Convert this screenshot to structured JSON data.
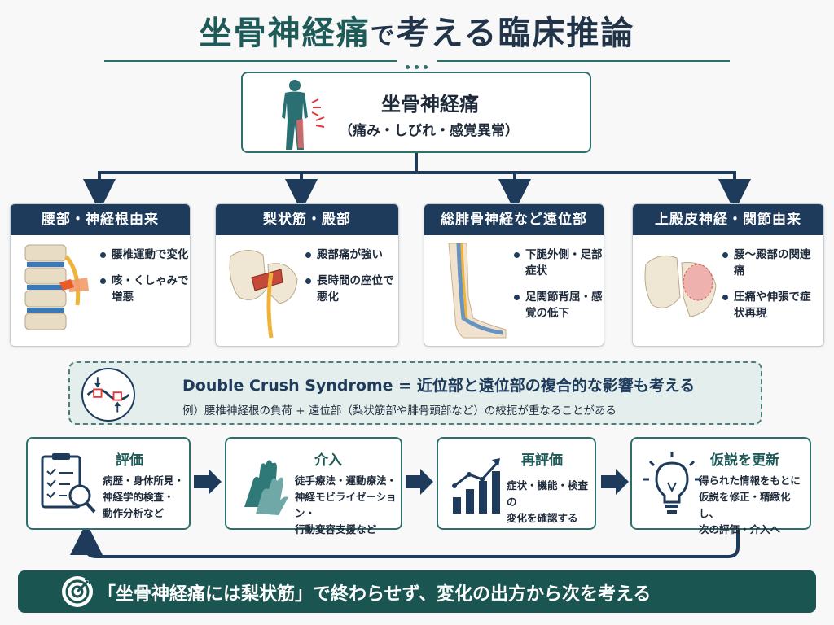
{
  "title": {
    "part1": "坐骨神経痛",
    "part2": "で",
    "part3": "考える臨床推論"
  },
  "root": {
    "title": "坐骨神経痛",
    "subtitle": "（痛み・しびれ・感覚異常）"
  },
  "causes": [
    {
      "heading": "腰部・神経根由来",
      "bullets": [
        "腰椎運動で変化",
        "咳・くしゃみで増悪"
      ]
    },
    {
      "heading": "梨状筋・殿部",
      "bullets": [
        "殿部痛が強い",
        "長時間の座位で悪化"
      ]
    },
    {
      "heading": "総腓骨神経など遠位部",
      "bullets": [
        "下腿外側・足部症状",
        "足関節背屈・感覚の低下"
      ]
    },
    {
      "heading": "上殿皮神経・関節由来",
      "bullets": [
        "腰〜殿部の関連痛",
        "圧痛や伸張で症状再現"
      ]
    }
  ],
  "dcs": {
    "title": "Double Crush Syndrome = 近位部と遠位部の複合的な影響も考える",
    "example": "例）腰椎神経根の負荷 + 遠位部（梨状筋部や腓骨頭部など）の絞扼が重なることがある"
  },
  "steps": [
    {
      "title": "評価",
      "lines": [
        "病歴・身体所見・",
        "神経学的検査・",
        "動作分析など"
      ]
    },
    {
      "title": "介入",
      "lines": [
        "徒手療法・運動療法・",
        "神経モビライゼーション・",
        "行動変容支援など"
      ]
    },
    {
      "title": "再評価",
      "lines": [
        "症状・機能・検査の",
        "変化を確認する"
      ]
    },
    {
      "title": "仮説を更新",
      "lines": [
        "得られた情報をもとに",
        "仮説を修正・精緻化し、",
        "次の評価・介入へ"
      ]
    }
  ],
  "footer": "「坐骨神経痛には梨状筋」で終わらせず、変化の出方から次を考える",
  "colors": {
    "teal": "#1d5a58",
    "navy": "#1f3b5c",
    "accent_red": "#e23a3a",
    "panel": "#e3eeed"
  }
}
